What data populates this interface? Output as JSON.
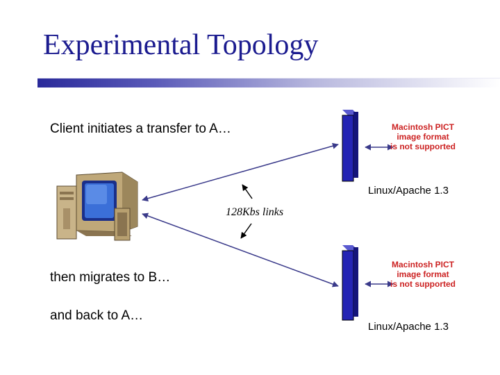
{
  "title": "Experimental Topology",
  "notes": {
    "client_initiates": "Client initiates a transfer to A…",
    "migrates": "then migrates to B…",
    "back_to_a": "and back to A…"
  },
  "links_label": "128Kbs links",
  "servers": [
    {
      "label": "Linux/Apache 1.3",
      "placeholder_lines": [
        "Macintosh PICT",
        "image format",
        "is not supported"
      ]
    },
    {
      "label": "Linux/Apache 1.3",
      "placeholder_lines": [
        "Macintosh PICT",
        "image format",
        "is not supported"
      ]
    }
  ],
  "colors": {
    "title": "#1b1b8f",
    "line": "#3a3a8a",
    "server": "#2a2ab0",
    "placeholder_text": "#cc2222"
  },
  "icons": {
    "client": "desktop-computer-icon",
    "server": "server-tower-icon"
  }
}
